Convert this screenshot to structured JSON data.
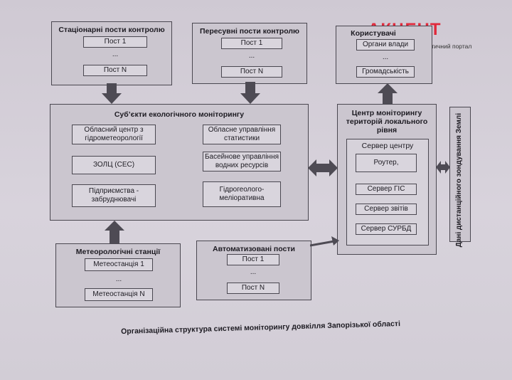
{
  "stationary": {
    "title": "Стаціонарні пости контролю",
    "item1": "Пост 1",
    "dots": "...",
    "itemN": "Пост N"
  },
  "mobile": {
    "title": "Пересувні пости контролю",
    "item1": "Пост 1",
    "dots": "...",
    "itemN": "Пост N"
  },
  "consumers": {
    "title": "Користувачі",
    "item1": "Органи влади",
    "dots": "...",
    "itemN": "Громадськість"
  },
  "logo": {
    "text": "АКЦЕНТ",
    "subtitle": "інформаційно-аналітичний портал"
  },
  "subjects": {
    "title": "Суб’єкти екологічного моніторингу",
    "left": [
      "Обласний центр з гідрометеорології",
      "ЗОЛЦ (СЕС)",
      "Підприємства - забруднювачі"
    ],
    "right": [
      "Обласне управління статистики",
      "Басейнове управління водних ресурсів",
      "Гідрогеолого-меліоративна"
    ]
  },
  "center": {
    "title": "Центр моніторингу територій локального рівня",
    "server_title": "Сервер центру",
    "servers": [
      "Роутер,",
      "Сервер ГІС",
      "Сервер звітів",
      "Сервер СУРБД"
    ]
  },
  "remote": {
    "label": "Дані дистанційного зондування Землі"
  },
  "meteo": {
    "title": "Метеорологічні станції",
    "item1": "Метеостанція 1",
    "dots": "...",
    "itemN": "Метеостанція N"
  },
  "auto": {
    "title": "Автоматизовані пости",
    "item1": "Пост 1",
    "dots": "...",
    "itemN": "Пост N"
  },
  "caption": "Організаційна структура системі моніторингу довкілля Запорізької області"
}
